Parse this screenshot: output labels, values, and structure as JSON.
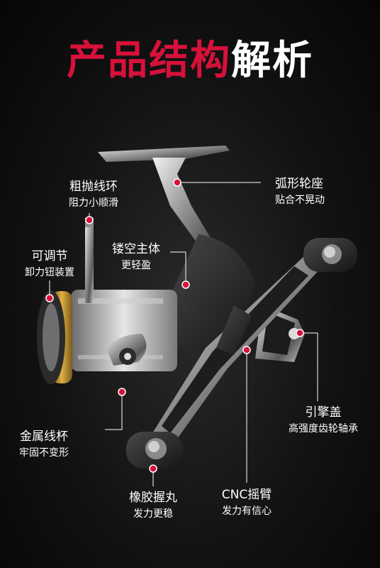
{
  "title": {
    "red": "产品结构",
    "white": "解析"
  },
  "labels": {
    "arc_seat": {
      "main": "弧形轮座",
      "sub": "贴合不晃动"
    },
    "line_roller": {
      "main": "粗抛线环",
      "sub": "阻力小顺滑"
    },
    "hollow_body": {
      "main": "镂空主体",
      "sub": "更轻盈"
    },
    "drag_knob": {
      "main": "可调节",
      "sub": "卸力钮装置"
    },
    "engine_cover": {
      "main": "引擎盖",
      "sub": "高强度齿轮轴承"
    },
    "metal_spool": {
      "main": "金属线杯",
      "sub": "牢固不变形"
    },
    "rubber_knob": {
      "main": "橡胶握丸",
      "sub": "发力更稳"
    },
    "cnc_arm": {
      "main": "CNC摇臂",
      "sub": "发力有信心"
    }
  },
  "colors": {
    "accent": "#d8113a",
    "text": "#ffffff",
    "background": "#121213"
  }
}
